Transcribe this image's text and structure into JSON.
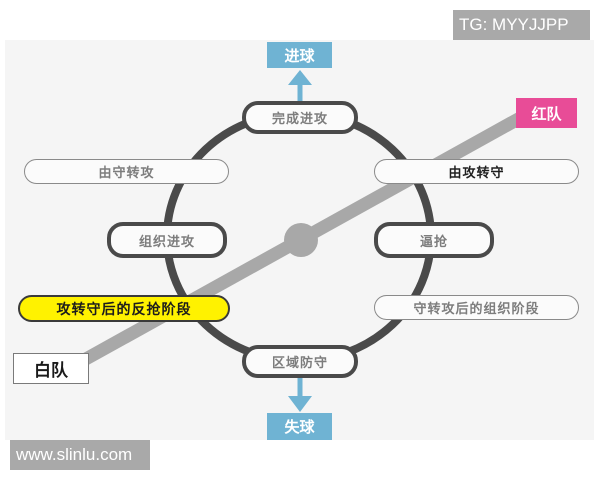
{
  "watermarks": {
    "top_right": "TG: MYYJJPP",
    "bottom_left": "www.slinlu.com"
  },
  "diagram": {
    "outcomes": {
      "top": "进球",
      "bottom": "失球"
    },
    "teams": {
      "red": "红队",
      "white": "白队"
    },
    "cycle_nodes": {
      "top": "完成进攻",
      "left": "组织进攻",
      "right": "逼抢",
      "bottom": "区域防守"
    },
    "transition_labels": {
      "defense_to_attack": "由守转攻",
      "attack_to_defense": "由攻转守",
      "counter_press_phase": "攻转守后的反抢阶段",
      "organize_phase": "守转攻后的组织阶段"
    },
    "colors": {
      "outcome_blue": "#6fb3d3",
      "red_team": "#e84c97",
      "highlight_yellow": "#fff200",
      "cycle_ring": "#4a4a4a",
      "team_axis": "#a8a8a8"
    }
  }
}
